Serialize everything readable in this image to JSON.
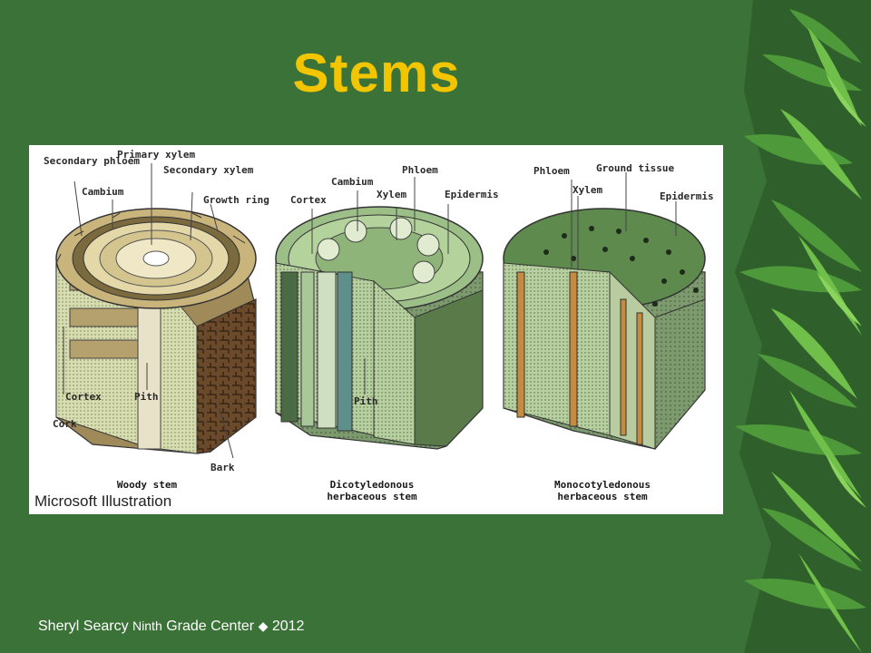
{
  "slide": {
    "title": "Stems",
    "footer": {
      "author": "Sheryl Searcy",
      "school_small": "Ninth",
      "school_rest": "Grade Center",
      "separator": "◆",
      "year": "2012"
    }
  },
  "diagram": {
    "credit": "Microsoft Illustration",
    "woody": {
      "caption_line1": "Woody stem",
      "labels": {
        "secondary_phloem": "Secondary phloem",
        "primary_xylem": "Primary xylem",
        "cambium": "Cambium",
        "secondary_xylem": "Secondary xylem",
        "growth_ring": "Growth ring",
        "cortex": "Cortex",
        "pith": "Pith",
        "cork": "Cork",
        "bark": "Bark"
      }
    },
    "dicot": {
      "caption_line1": "Dicotyledonous",
      "caption_line2": "herbaceous stem",
      "labels": {
        "cambium": "Cambium",
        "phloem": "Phloem",
        "cortex": "Cortex",
        "xylem": "Xylem",
        "epidermis": "Epidermis",
        "pith": "Pith"
      }
    },
    "monocot": {
      "caption_line1": "Monocotyledonous",
      "caption_line2": "herbaceous stem",
      "labels": {
        "phloem": "Phloem",
        "ground_tissue": "Ground tissue",
        "xylem": "Xylem",
        "epidermis": "Epidermis"
      }
    }
  },
  "colors": {
    "background": "#3b7237",
    "title": "#f2c500",
    "footer": "#ffffff"
  }
}
